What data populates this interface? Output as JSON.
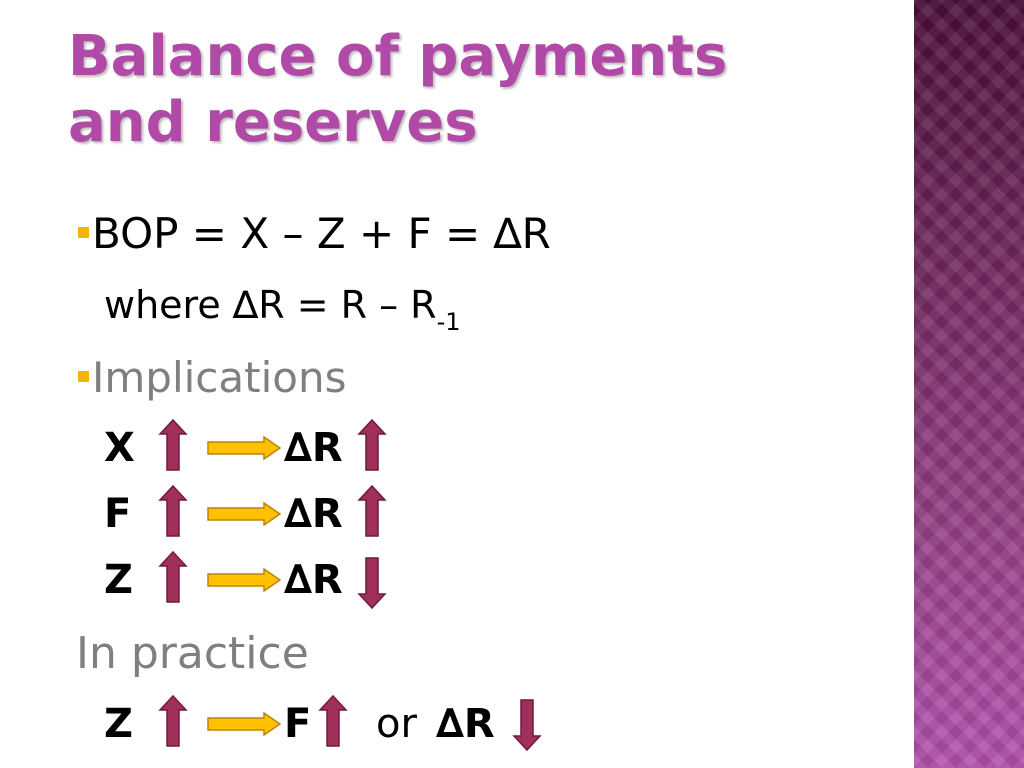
{
  "title": {
    "line1": "Balance of payments",
    "line2": "and reserves"
  },
  "equation": "BOP = X – Z + F = ∆R",
  "where": {
    "text": "where ∆R = R – R",
    "subscript": "-1"
  },
  "implications": {
    "heading": "Implications",
    "rows": [
      {
        "var": "X",
        "result": "∆R",
        "result_direction": "up"
      },
      {
        "var": "F",
        "result": "∆R",
        "result_direction": "up"
      },
      {
        "var": "Z",
        "result": "∆R",
        "result_direction": "down"
      }
    ]
  },
  "practice": {
    "heading": "In practice",
    "var": "Z",
    "result1": "F",
    "conjunction": "or",
    "result2": "∆R"
  },
  "colors": {
    "title": "#b04aa6",
    "bullet": "#f6b400",
    "arrow_fill": "#a0305a",
    "implies_arrow": "#ffc000",
    "side_panel_top": "#4a0e38",
    "side_panel_bottom": "#b250ac"
  },
  "icons": [
    "bullet-square-icon",
    "up-arrow-icon",
    "down-arrow-icon",
    "implies-arrow-icon"
  ]
}
